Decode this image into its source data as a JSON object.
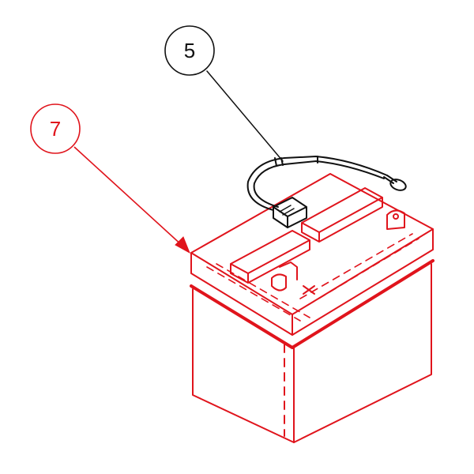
{
  "diagram": {
    "colors": {
      "battery": "#e0141c",
      "cable": "#111111",
      "background": "#ffffff"
    },
    "callouts": [
      {
        "id": "cable-callout",
        "label": "5",
        "color": "#111111",
        "part": "battery-cable"
      },
      {
        "id": "battery-callout",
        "label": "7",
        "color": "#e0141c",
        "part": "battery"
      }
    ]
  }
}
